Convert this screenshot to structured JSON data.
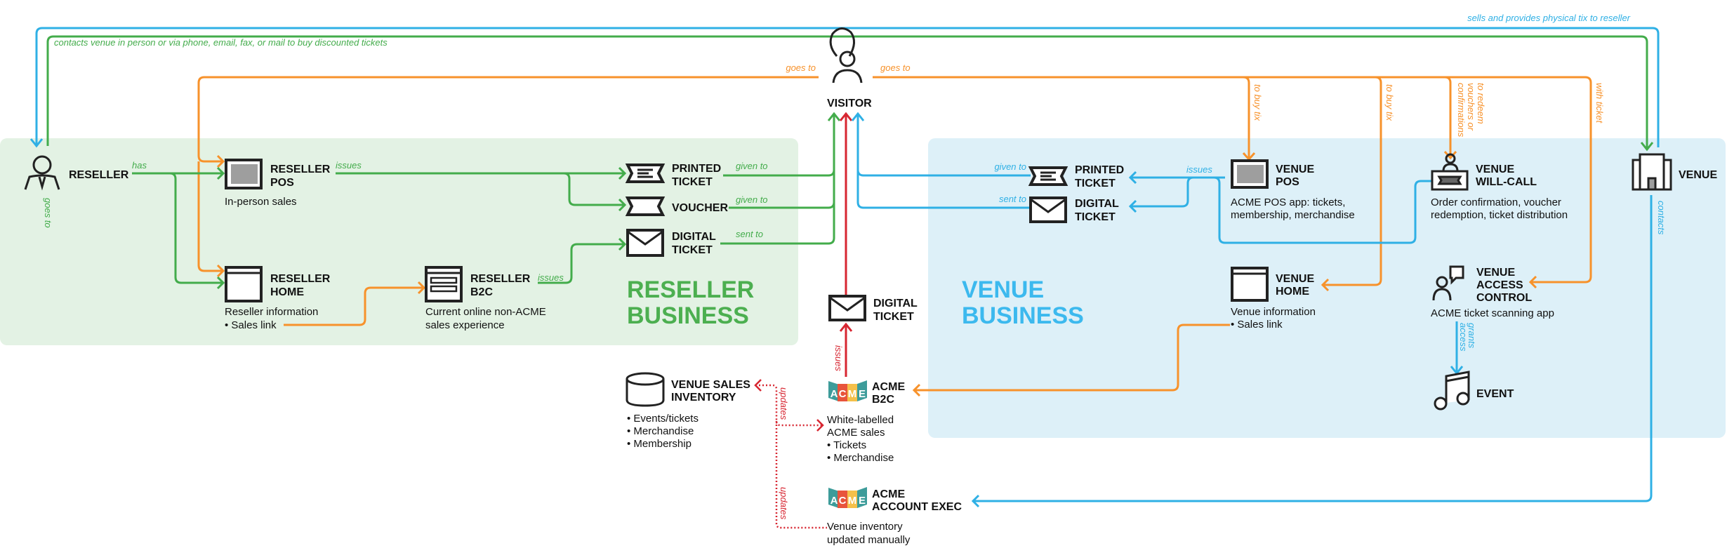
{
  "colors": {
    "reseller": "#43ac4b",
    "visitor": "#f7922b",
    "venue": "#2fb0e5",
    "acme": "#d72631",
    "reseller_bg": "#e3f2e4",
    "venue_bg": "#ddf0f8"
  },
  "regions": {
    "reseller": {
      "title_line1": "RESELLER",
      "title_line2": "BUSINESS"
    },
    "venue": {
      "title_line1": "VENUE",
      "title_line2": "BUSINESS"
    }
  },
  "nodes": {
    "visitor": {
      "title": "VISITOR",
      "icon": "woman-person-icon"
    },
    "reseller": {
      "title": "RESELLER",
      "icon": "businessman-icon"
    },
    "reseller_pos": {
      "title1": "RESELLER",
      "title2": "POS",
      "desc": "In-person sales",
      "icon": "pos-terminal-icon"
    },
    "reseller_home": {
      "title1": "RESELLER",
      "title2": "HOME",
      "desc1": "Reseller information",
      "desc2": "• Sales link",
      "icon": "browser-window-icon"
    },
    "reseller_b2c": {
      "title1": "RESELLER",
      "title2": "B2C",
      "desc1": "Current online non-ACME",
      "desc2": "sales experience",
      "icon": "web-form-icon"
    },
    "r_printed": {
      "title1": "PRINTED",
      "title2": "TICKET",
      "icon": "ticket-icon"
    },
    "r_voucher": {
      "title": "VOUCHER",
      "icon": "voucher-icon"
    },
    "r_digital": {
      "title1": "DIGITAL",
      "title2": "TICKET",
      "icon": "envelope-icon"
    },
    "c_digital": {
      "title1": "DIGITAL",
      "title2": "TICKET",
      "icon": "envelope-icon"
    },
    "acme_b2c": {
      "title1": "ACME",
      "title2": "B2C",
      "desc1": "White-labelled",
      "desc2": "ACME sales",
      "desc3": "• Tickets",
      "desc4": "• Merchandise",
      "icon": "acme-logo-icon"
    },
    "acme_exec": {
      "title1": "ACME",
      "title2": "ACCOUNT EXEC",
      "desc1": "Venue inventory",
      "desc2": "updated manually",
      "icon": "acme-logo-icon"
    },
    "inventory": {
      "title1": "VENUE SALES",
      "title2": "INVENTORY",
      "items": [
        "• Events/tickets",
        "• Merchandise",
        "• Membership"
      ],
      "icon": "database-icon"
    },
    "v_printed": {
      "title1": "PRINTED",
      "title2": "TICKET",
      "icon": "ticket-icon"
    },
    "v_digital": {
      "title1": "DIGITAL",
      "title2": "TICKET",
      "icon": "envelope-icon"
    },
    "venue_pos": {
      "title1": "VENUE",
      "title2": "POS",
      "desc1": "ACME POS app: tickets,",
      "desc2": "membership, merchandise",
      "icon": "pos-terminal-icon"
    },
    "venue_home": {
      "title1": "VENUE",
      "title2": "HOME",
      "desc1": "Venue information",
      "desc2": "• Sales link",
      "icon": "browser-window-icon"
    },
    "will_call": {
      "title1": "VENUE",
      "title2": "WILL-CALL",
      "desc1": "Order confirmation, voucher",
      "desc2": "redemption, ticket distribution",
      "icon": "will-call-desk-icon"
    },
    "access": {
      "title1": "VENUE",
      "title2": "ACCESS",
      "title3": "CONTROL",
      "desc": "ACME ticket scanning app",
      "icon": "scanner-person-icon"
    },
    "event": {
      "title": "EVENT",
      "icon": "music-note-icon"
    },
    "venue": {
      "title": "VENUE",
      "icon": "building-icon"
    }
  },
  "edges": {
    "sells_physical": "sells and provides physical tix to reseller",
    "contacts_venue": "contacts venue in person or via phone, email, fax, or mail to buy discounted tickets",
    "goes_to_left": "goes to",
    "goes_to_right": "goes to",
    "reseller_goes_to": "goes to",
    "has": "has",
    "issues_pos": "issues",
    "issues_b2c": "issues",
    "given_to_1": "given to",
    "given_to_2": "given to",
    "sent_to_r": "sent to",
    "given_to_v": "given to",
    "sent_to_v": "sent to",
    "issues_venue": "issues",
    "to_buy_tix_1": "to buy tix",
    "to_buy_tix_2": "to buy tix",
    "to_redeem_1": "to redeem",
    "to_redeem_2": "vouchers or",
    "to_redeem_3": "confirmations",
    "with_ticket": "with ticket",
    "contacts": "contacts",
    "grants_1": "grants",
    "grants_2": "access",
    "issues_acme": "issues",
    "updates_1": "updates",
    "updates_2": "updates"
  }
}
